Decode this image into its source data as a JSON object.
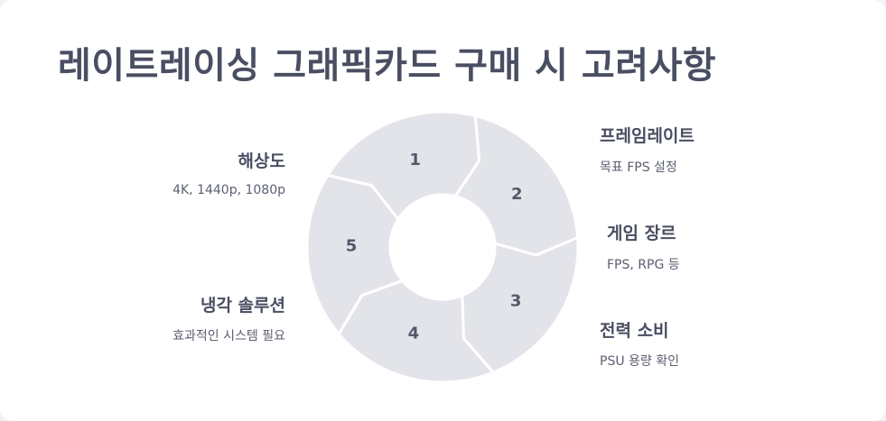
{
  "title": "레이트레이싱 그래픽카드 구매 시 고려사항",
  "colors": {
    "segment_fill": "#e3e4ea",
    "segment_stroke": "#ffffff",
    "text_dark": "#4a4e62",
    "text_muted": "#5b5f70"
  },
  "steps": [
    {
      "number": "1",
      "label": "해상도",
      "desc": "4K, 1440p, 1080p"
    },
    {
      "number": "2",
      "label": "프레임레이트",
      "desc": "목표 FPS 설정"
    },
    {
      "number": "3",
      "label": "게임 장르",
      "desc": "FPS, RPG 등"
    },
    {
      "number": "4",
      "label": "전력 소비",
      "desc": "PSU 용량 확인"
    },
    {
      "number": "5",
      "label": "냉각 솔루션",
      "desc": "효과적인 시스템 필요"
    }
  ]
}
